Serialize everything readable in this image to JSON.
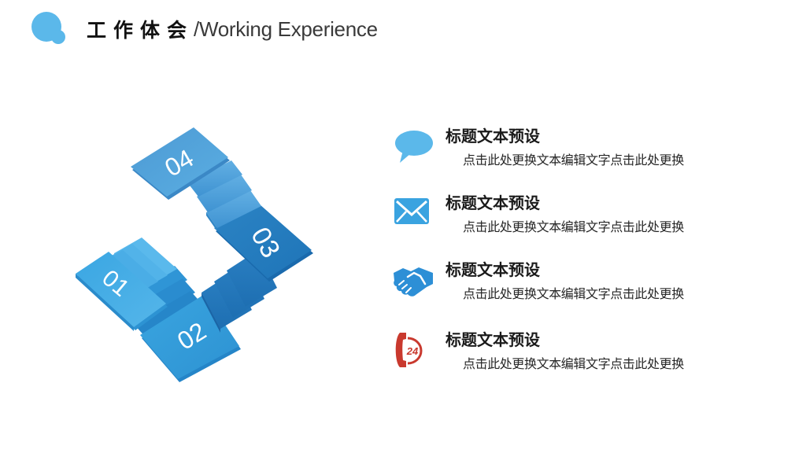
{
  "header": {
    "title_cn": "工作体会",
    "title_en": "/Working Experience",
    "logo_icon": "blue-bubble-icon",
    "accent_color": "#5bb8ea"
  },
  "diagram": {
    "type": "3d-staircase-loop",
    "steps": [
      {
        "label": "01",
        "color": "#4aaee6"
      },
      {
        "label": "02",
        "color": "#3aa0dc"
      },
      {
        "label": "03",
        "color": "#2a86c8"
      },
      {
        "label": "04",
        "color": "#4f9fd8"
      }
    ]
  },
  "items": [
    {
      "icon": "speech-bubble-icon",
      "icon_color": "#5bb8ea",
      "title": "标题文本预设",
      "description": "点击此处更换文本编辑文字点击此处更换"
    },
    {
      "icon": "envelope-icon",
      "icon_color": "#3aa3e0",
      "title": "标题文本预设",
      "description": "点击此处更换文本编辑文字点击此处更换"
    },
    {
      "icon": "handshake-icon",
      "icon_color": "#2d8fd6",
      "title": "标题文本预设",
      "description": "点击此处更换文本编辑文字点击此处更换"
    },
    {
      "icon": "phone-24h-icon",
      "icon_color": "#c9392e",
      "icon_text": "24",
      "title": "标题文本预设",
      "description": "点击此处更换文本编辑文字点击此处更换"
    }
  ]
}
